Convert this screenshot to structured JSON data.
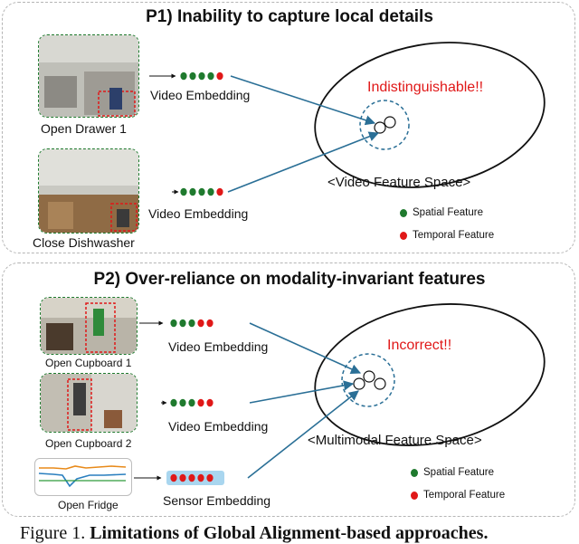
{
  "p1": {
    "title": "P1) Inability to capture local details",
    "clips": [
      {
        "caption": "Open Drawer 1",
        "embedding_label": "Video Embedding",
        "embedding": [
          "green",
          "green",
          "green",
          "green",
          "red"
        ]
      },
      {
        "caption": "Close Dishwasher",
        "embedding_label": "Video Embedding",
        "embedding": [
          "green",
          "green",
          "green",
          "green",
          "red"
        ]
      }
    ],
    "annotation": "Indistinguishable!!",
    "space_label": "<Video Feature Space>",
    "legend": {
      "spatial": "Spatial Feature",
      "temporal": "Temporal Feature"
    }
  },
  "p2": {
    "title": "P2) Over-reliance on modality-invariant features",
    "clips": [
      {
        "caption": "Open Cupboard 1",
        "embedding_label": "Video Embedding",
        "embedding": [
          "green",
          "green",
          "green",
          "red",
          "red"
        ]
      },
      {
        "caption": "Open Cupboard 2",
        "embedding_label": "Video Embedding",
        "embedding": [
          "green",
          "green",
          "green",
          "red",
          "red"
        ]
      },
      {
        "caption": "Open Fridge",
        "embedding_label": "Sensor Embedding",
        "embedding": [
          "red",
          "red",
          "red",
          "red",
          "red"
        ]
      }
    ],
    "annotation": "Incorrect!!",
    "space_label": "<Multimodal Feature Space>",
    "legend": {
      "spatial": "Spatial Feature",
      "temporal": "Temporal Feature"
    }
  },
  "caption": {
    "prefix": "Figure 1.",
    "bold": "Limitations of Global Alignment-based approaches."
  },
  "colors": {
    "green": "#1f7a2e",
    "red": "#e01818",
    "arrow": "#2a6f96",
    "sensor_bg": "#a9d6ef"
  }
}
